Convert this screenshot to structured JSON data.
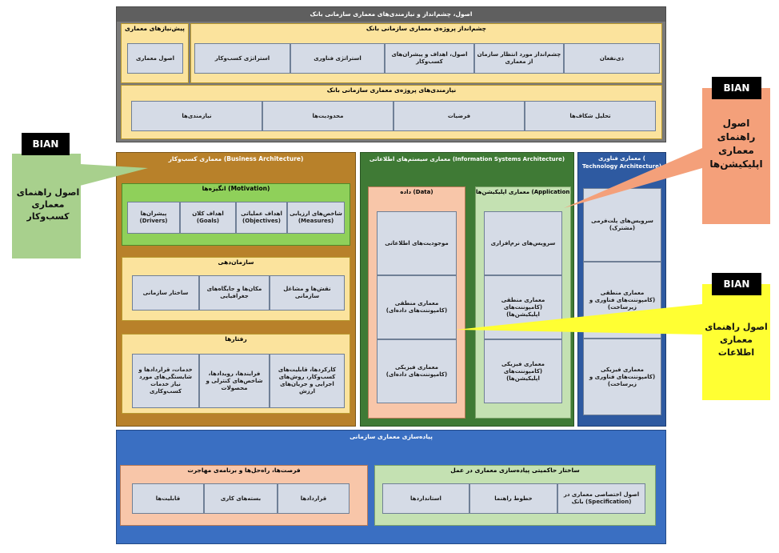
{
  "top": {
    "title": "اصول، چشم‌انداز و نیازمندی‌های معماری سازمانی بانک",
    "prereq": {
      "title": "پیش‌نیازهای معماری",
      "item": "اصول معماری"
    },
    "vision": {
      "title": "چشم‌انداز پروژه‌ی معماری سازمانی بانک",
      "items": [
        "ذی‌نفعان",
        "چشم‌انداز مورد انتظار سازمان از معماری",
        "اصول، اهداف و پیشران‌های کسب‌وکار",
        "استراتژی فناوری",
        "استراتژی کسب‌وکار"
      ]
    },
    "requirements": {
      "title": "نیازمندی‌های پروژه‌ی معماری سازمانی بانک",
      "items": [
        "تحلیل شکاف‌ها",
        "فرضیات",
        "محدودیت‌ها",
        "نیازمندی‌ها"
      ]
    }
  },
  "business": {
    "title": "معماری کسب‌وکار (Business Architecture)",
    "motivation": {
      "title": "انگیزه‌ها (Motivation)",
      "items": [
        "شاخص‌های ارزیابی (Measures)",
        "اهداف عملیاتی (Objectives)",
        "اهداف کلان (Goals)",
        "پیشران‌ها (Drivers)"
      ]
    },
    "organization": {
      "title": "سازمان‌دهی",
      "items": [
        "نقش‌ها و مشاغل سازمانی",
        "مکان‌ها و جایگاه‌های جغرافیایی",
        "ساختار سازمانی"
      ]
    },
    "behaviors": {
      "title": "رفتارها",
      "items": [
        "کارکردها، قابلیت‌های کسب‌وکار، روش‌های اجرایی و جریان‌های ارزش",
        "فرایندها، رویدادها، شاخص‌های کنترلی و محصولات",
        "خدمات، قراردادها و شایستگی‌های مورد نیاز خدمات کسب‌وکاری"
      ]
    }
  },
  "info_systems": {
    "title": "معماری سیستم‌های اطلاعاتی (Information Systems Architecture)",
    "application": {
      "title": "معماری اپلیکیشن‌ها (Application)",
      "items": [
        "سرویس‌های نرم‌افزاری",
        "معماری منطقی (کامپوننت‌های اپلیکیشن‌ها)",
        "معماری فیزیکی (کامپوننت‌های اپلیکیشن‌ها)"
      ]
    },
    "data": {
      "title": "داده (Data)",
      "items": [
        "موجودیت‌های اطلاعاتی",
        "معماری منطقی (کامپوننت‌های داده‌ای)",
        "معماری فیزیکی (کامپوننت‌های داده‌ای)"
      ]
    }
  },
  "technology": {
    "title": "معماری فناوری ( Technology Architecture)",
    "items": [
      "سرویس‌های پلت‌فرمی (مشترک)",
      "معماری منطقی (کامپوننت‌های فناوری و زیرساخت)",
      "معماری فیزیکی (کامپوننت‌های فناوری و زیرساخت)"
    ]
  },
  "implementation": {
    "title": "پیاده‌سازی معماری سازمانی",
    "governance": {
      "title": "ساختار حاکمیتی پیاده‌سازی معماری در عمل",
      "items": [
        "اصول اختصاصی معماری در بانک (Specification)",
        "خطوط راهنما",
        "استانداردها"
      ]
    },
    "opportunities": {
      "title": "فرصت‌ها، راه‌حل‌ها و برنامه‌ی مهاجرت",
      "items": [
        "قراردادها",
        "بسته‌های کاری",
        "قابلیت‌ها"
      ]
    }
  },
  "callouts": {
    "business": {
      "badge": "BIAN",
      "text": "اصول راهنمای معماری کسب‌وکار"
    },
    "application": {
      "badge": "BIAN",
      "text": "اصول راهنمای معماری اپلیکیشن‌ها"
    },
    "information": {
      "badge": "BIAN",
      "text": "اصول راهنمای معماری اطلاعات"
    }
  },
  "colors": {
    "top_header": "#5f5f5f",
    "business": "#b8812a",
    "info_systems": "#3f7a35",
    "technology": "#2e5aa1",
    "implementation": "#3a6fc2",
    "callout_business": "#a8d08d",
    "callout_application": "#f4a07a",
    "callout_information": "#ffff33"
  }
}
